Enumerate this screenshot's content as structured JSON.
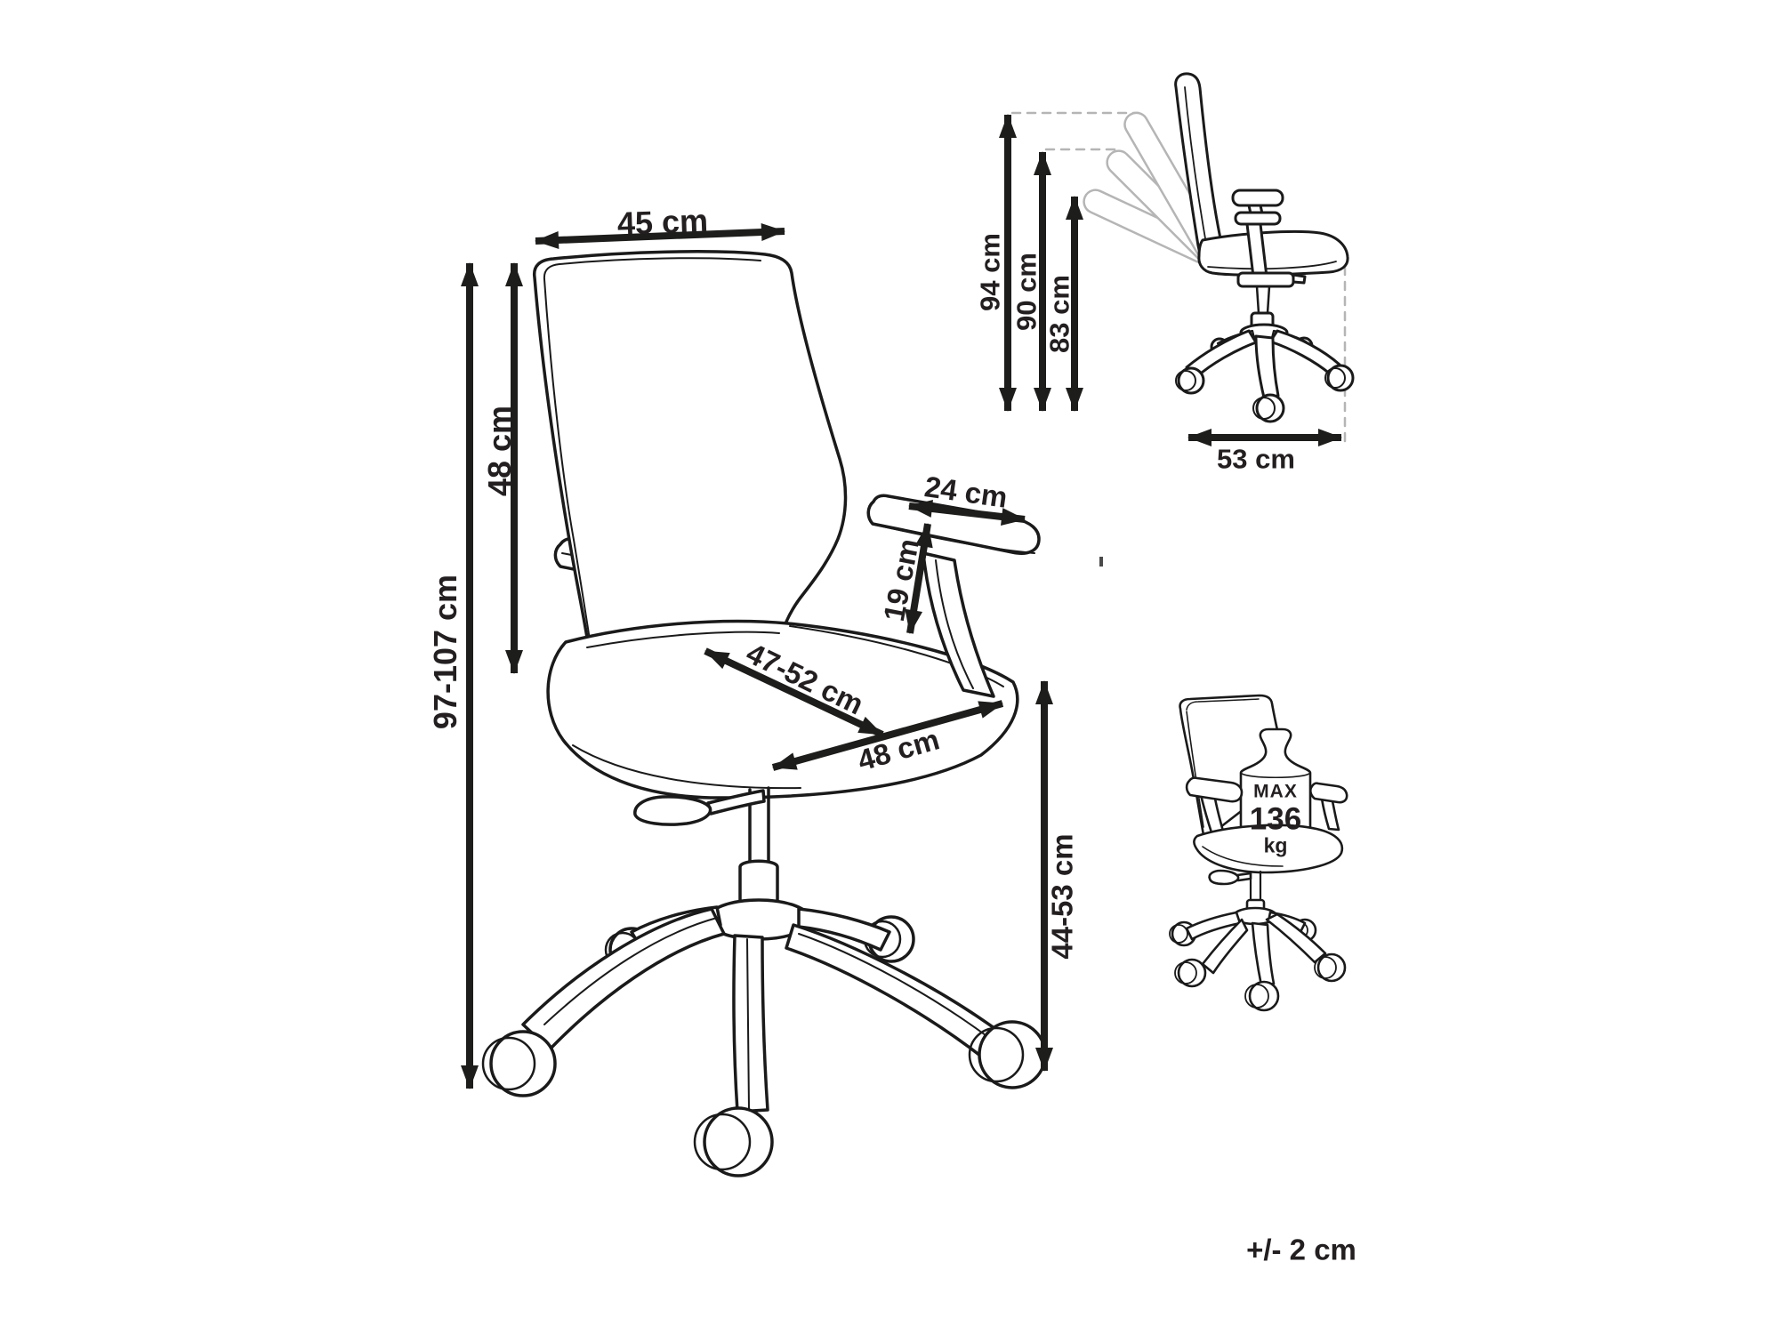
{
  "front_view": {
    "backrest_width": "45 cm",
    "backrest_height": "48 cm",
    "total_height": "97-107 cm",
    "armrest_depth": "24 cm",
    "armrest_height": "19 cm",
    "seat_depth": "47-52 cm",
    "seat_width": "48 cm",
    "seat_height_range": "44-53 cm"
  },
  "side_view": {
    "backrest_height_upright": "94 cm",
    "backrest_height_mid": "90 cm",
    "backrest_height_reclined": "83 cm",
    "base_depth": "53 cm"
  },
  "weight_capacity": {
    "prefix": "MAX",
    "value": "136",
    "unit": "kg"
  },
  "tolerance_note": "+/- 2 cm",
  "icons": {
    "front_chair": "office-chair-front-line-art",
    "side_chair": "office-chair-recline-side-line-art",
    "weight_chair": "office-chair-max-load-line-art"
  },
  "colors": {
    "line": "#1a1a1a",
    "arrow": "#1d1d1b",
    "label": "#231f20",
    "ghost": "#b5b5b5"
  }
}
